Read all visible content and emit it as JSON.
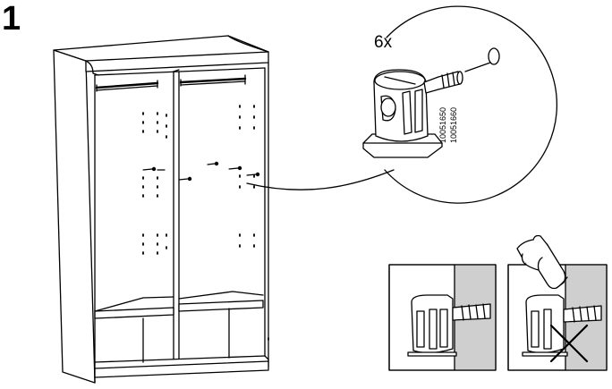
{
  "step": {
    "number": "1"
  },
  "detail": {
    "quantity": "6x",
    "part_numbers": [
      "10051650",
      "10051660"
    ]
  },
  "illustration": {
    "colors": {
      "line": "#000000",
      "wall_fill": "#cfcfcf",
      "background": "#ffffff"
    },
    "icons": [
      "wardrobe-frame",
      "cam-lock-fitting",
      "hand-pointing-icon",
      "cross-mark-icon"
    ]
  }
}
